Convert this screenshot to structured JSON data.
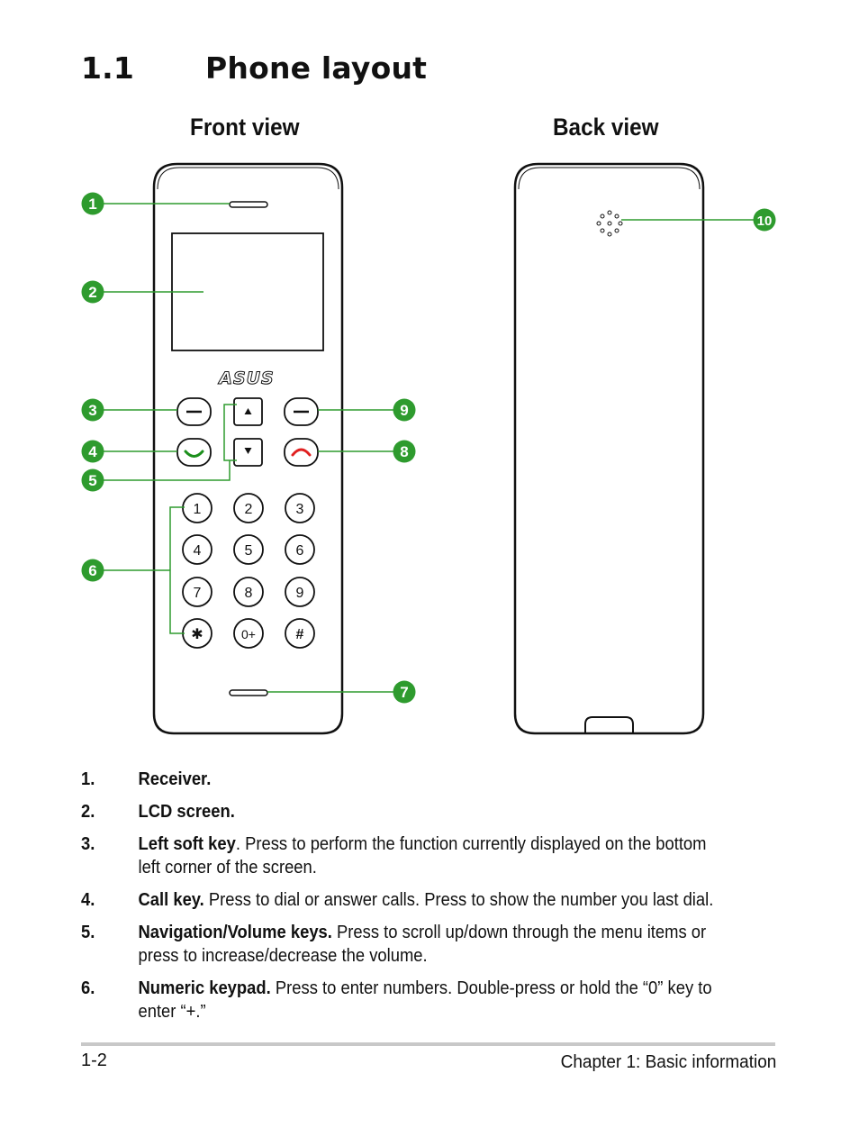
{
  "section": {
    "number": "1.1",
    "title": "Phone layout"
  },
  "views": {
    "front_title": "Front view",
    "back_title": "Back view"
  },
  "colors": {
    "callout": "#2e9b2e",
    "call_key": "#1b8f1b",
    "end_key": "#e02020",
    "outline": "#111111",
    "footer_rule": "#c8c8c8"
  },
  "logo": "ASUS",
  "keypad": {
    "rows": [
      [
        "1",
        "2",
        "3"
      ],
      [
        "4",
        "5",
        "6"
      ],
      [
        "7",
        "8",
        "9"
      ],
      [
        "✱",
        "0+",
        "#"
      ]
    ]
  },
  "icons": {
    "left_soft_key": "minus-icon",
    "right_soft_key": "minus-icon",
    "call_key": "handset-green-icon",
    "end_key": "handset-red-icon",
    "nav_up": "arrow-up-icon",
    "nav_down": "arrow-down-icon"
  },
  "callouts": {
    "c1": "1",
    "c2": "2",
    "c3": "3",
    "c4": "4",
    "c5": "5",
    "c6": "6",
    "c7": "7",
    "c8": "8",
    "c9": "9",
    "c10": "10"
  },
  "descriptions": [
    {
      "number": "1.",
      "term": "Receiver.",
      "text": ""
    },
    {
      "number": "2.",
      "term": "LCD screen.",
      "text": ""
    },
    {
      "number": "3.",
      "term": "Left soft key",
      "text": ". Press to perform the function currently displayed on the bottom left corner of the screen."
    },
    {
      "number": "4.",
      "term": "Call key.",
      "text": " Press to dial or answer calls. Press to show the number you last dial."
    },
    {
      "number": "5.",
      "term": "Navigation/Volume keys.",
      "text": " Press to scroll up/down through the menu items or press to increase/decrease the volume."
    },
    {
      "number": "6.",
      "term": "Numeric keypad.",
      "text": " Press to enter numbers. Double-press or hold the “0” key to enter “+.”"
    }
  ],
  "footer": {
    "page_number": "1-2",
    "chapter": "Chapter 1: Basic information"
  }
}
